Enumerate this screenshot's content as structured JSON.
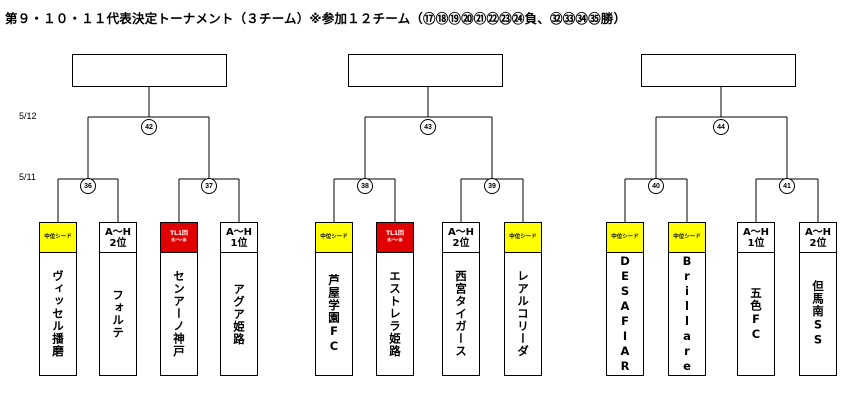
{
  "title": "第９・１０・１１代表決定トーナメント（３チーム）※参加１２チーム（⑰⑱⑲⑳㉑㉒㉓㉔負、㉜㉝㉞㉟勝）",
  "dates": {
    "final_round": "5/12",
    "first_round": "5/11"
  },
  "match_numbers": {
    "m42": "42",
    "m43": "43",
    "m44": "44",
    "m36": "36",
    "m37": "37",
    "m38": "38",
    "m39": "39",
    "m40": "40",
    "m41": "41"
  },
  "teams": [
    {
      "seed": [
        "中位シード"
      ],
      "name": "ヴィッセル播磨"
    },
    {
      "seed": [
        "A～H",
        "2位"
      ],
      "name": "フォルテ"
    },
    {
      "seed": [
        "TL1回",
        "⑤～⑧"
      ],
      "name": "センアーノ神戸"
    },
    {
      "seed": [
        "A～H",
        "1位"
      ],
      "name": "アグア姫路"
    },
    {
      "seed": [
        "中位シード"
      ],
      "name": "芦屋学園FC"
    },
    {
      "seed": [
        "TL1回",
        "⑤～⑧"
      ],
      "name": "エストレラ姫路"
    },
    {
      "seed": [
        "A～H",
        "2位"
      ],
      "name": "西宮タイガース"
    },
    {
      "seed": [
        "中位シード"
      ],
      "name": "レアルコリーダ"
    },
    {
      "seed": [
        "中位シード"
      ],
      "name": "DESAFIAR"
    },
    {
      "seed": [
        "中位シード"
      ],
      "name": "Brillare"
    },
    {
      "seed": [
        "A～H",
        "1位"
      ],
      "name": "五色FC"
    },
    {
      "seed": [
        "A～H",
        "2位"
      ],
      "name": "但馬南SS"
    }
  ],
  "colors": {
    "seed_highlight": "#ffff00",
    "tl_highlight": "#e00000",
    "line": "#000000"
  }
}
